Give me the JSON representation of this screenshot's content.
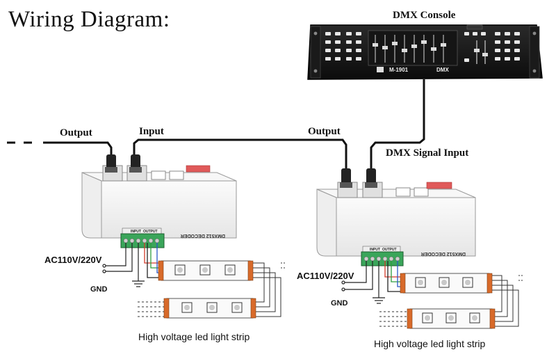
{
  "heading": "Wiring Diagram:",
  "console": {
    "title": "DMX Console",
    "panel_brand": "M-1901",
    "panel_dmx": "DMX"
  },
  "labels": {
    "output_left": "Output",
    "input_left": "Input",
    "output_right": "Output",
    "dmx_signal_input": "DMX Signal Input",
    "power_left": "AC110V/220V",
    "power_right": "AC110V/220V",
    "gnd_left": "GND",
    "gnd_right": "GND",
    "caption_left": "High voltage led light strip",
    "caption_right": "High voltage led light strip"
  },
  "decoder": {
    "name": "DMX512 DECODER",
    "terminal_input": "INPUT",
    "terminal_output": "OUTPUT"
  },
  "colors": {
    "terminal_green": "#3aa55a",
    "connector_black": "#222222",
    "wire_red": "#d23b2a",
    "wire_green": "#2e9e3f",
    "wire_blue": "#2a57c8",
    "strip_orange": "#d86a2a",
    "led_body": "#f2f2f2"
  }
}
